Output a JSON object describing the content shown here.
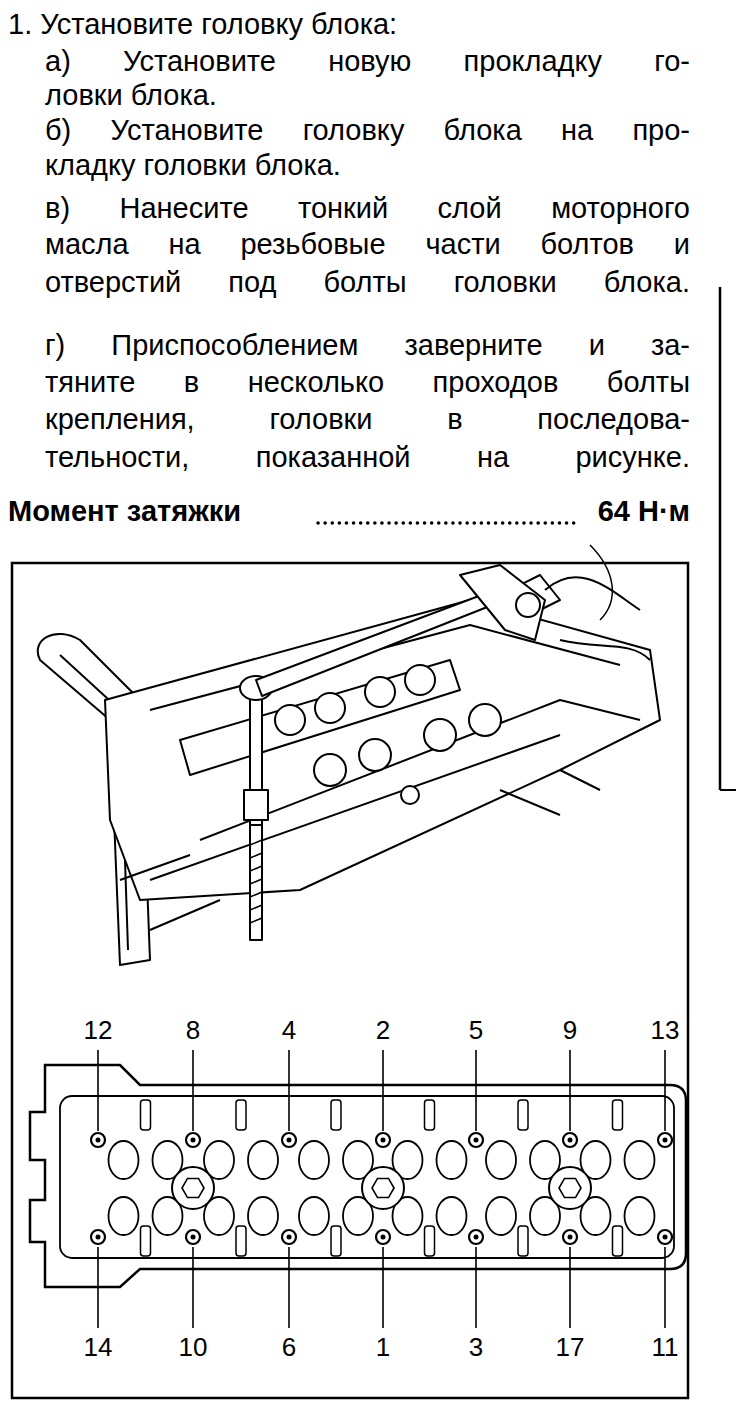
{
  "diagram": {
    "title": "1. Установите головку блока:",
    "labels": [
      "а) Установите новую прокладку го-",
      "ловки блока.",
      "б) Установите головку блока на про-",
      "кладку головки блока.",
      "в) Нанесите тонкий слой моторного",
      "масла на резьбовые части болтов и",
      "отверстий под болты головки блока.",
      "г) Приспособлением заверните и за-",
      "тяните в несколько проходов болты",
      "крепления, головки в последова-",
      "тельности, показанной на рисунке.",
      "Момент затяжки",
      "64 Н·м",
      "12",
      "8",
      "4",
      "2",
      "5",
      "9",
      "13",
      "14",
      "10",
      "6",
      "1",
      "3",
      "17",
      "11"
    ]
  }
}
